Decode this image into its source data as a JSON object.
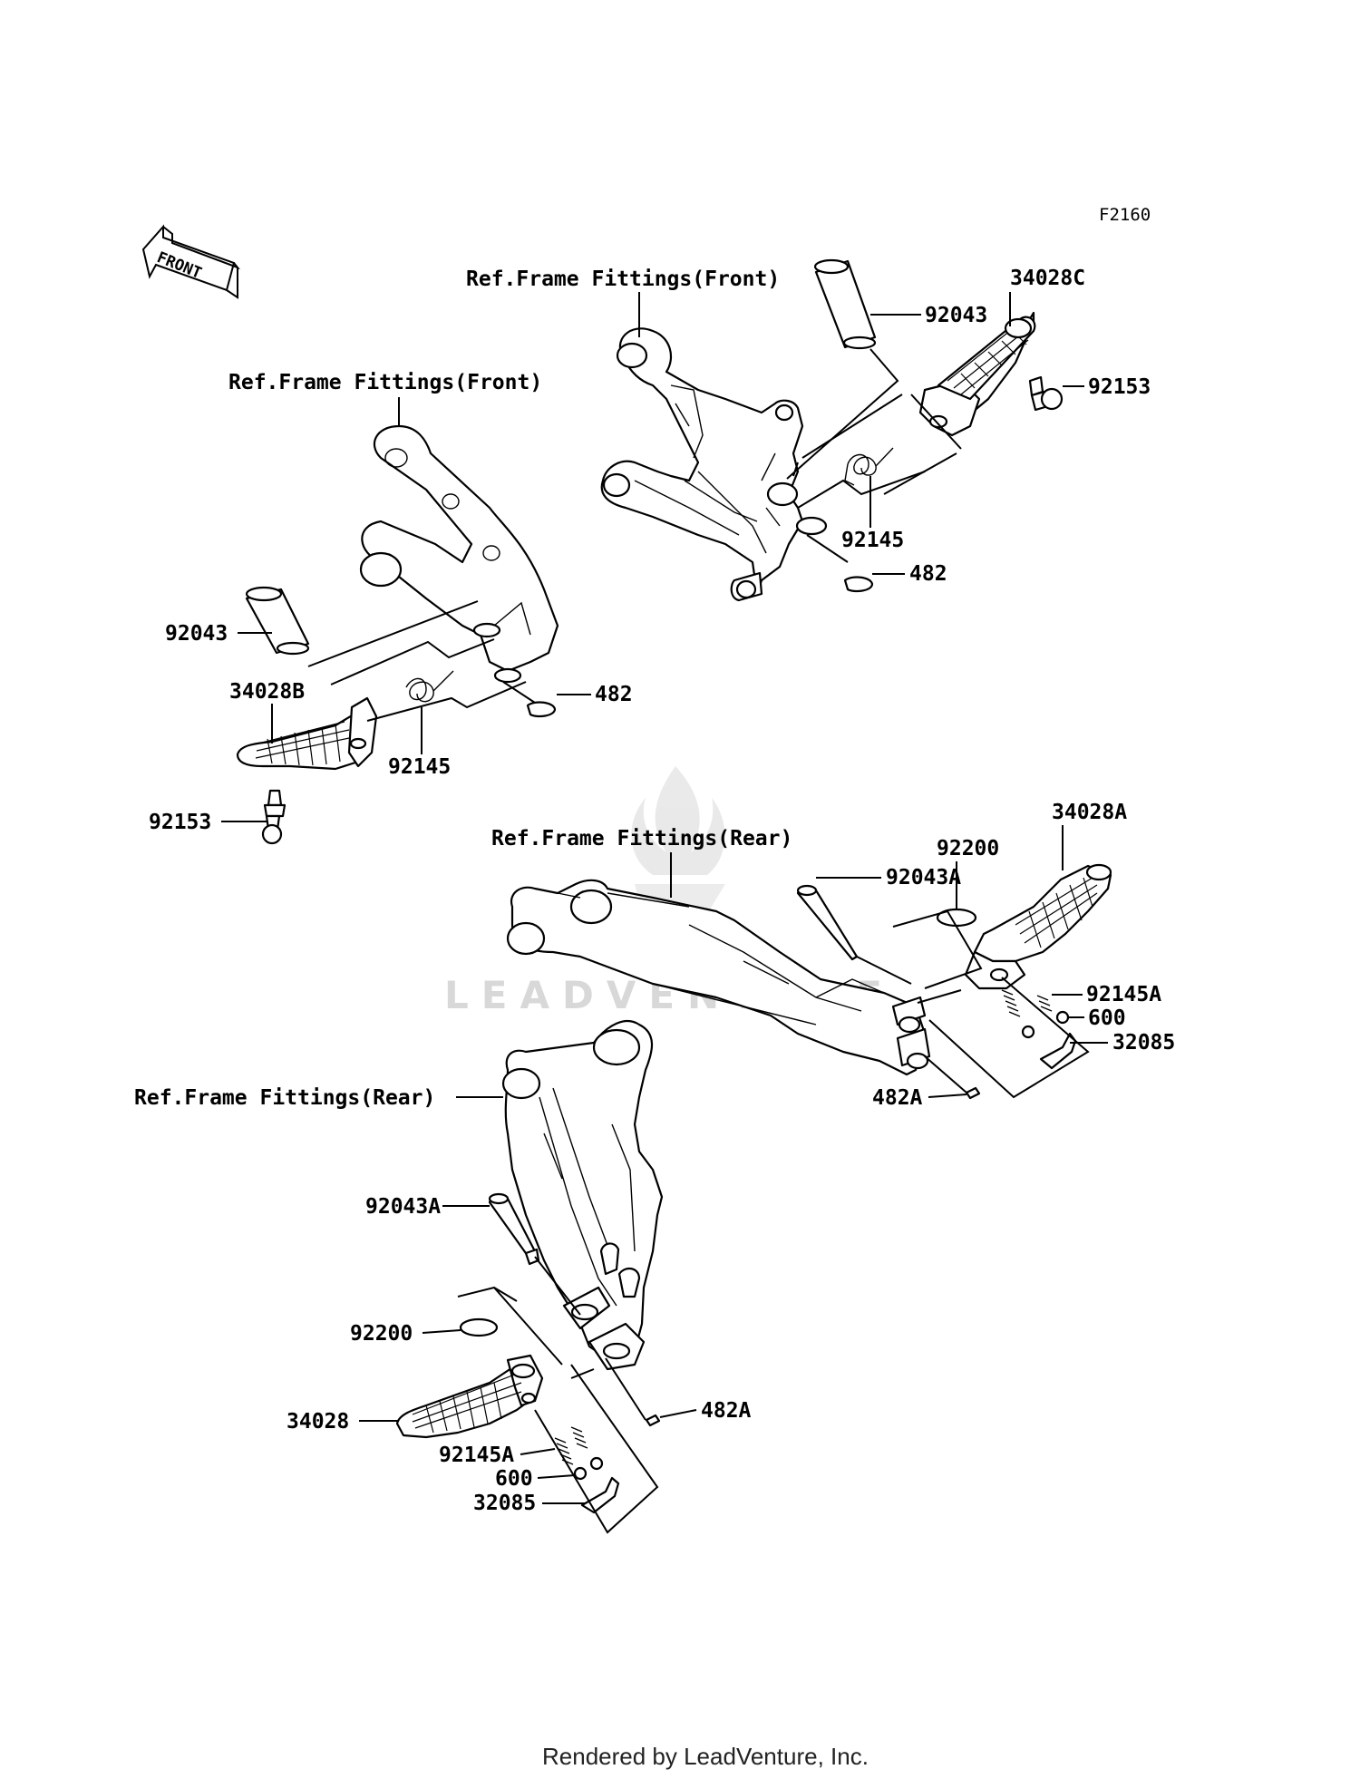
{
  "figure_code": "F2160",
  "front_arrow_label": "FRONT",
  "watermark": "LEADVENTURE",
  "footer": "Rendered by LeadVenture, Inc.",
  "labels": {
    "ref_front_left": "Ref.Frame Fittings(Front)",
    "ref_front_right": "Ref.Frame Fittings(Front)",
    "ref_rear_upper": "Ref.Frame Fittings(Rear)",
    "ref_rear_lower": "Ref.Frame Fittings(Rear)",
    "p92043_left": "92043",
    "p34028B": "34028B",
    "p92153_left": "92153",
    "p92145_left": "92145",
    "p482_left": "482",
    "p92043_right": "92043",
    "p34028C": "34028C",
    "p92153_right": "92153",
    "p92145_right": "92145",
    "p482_right": "482",
    "p34028A": "34028A",
    "p92200_upper": "92200",
    "p92043A_upper": "92043A",
    "p92145A_upper": "92145A",
    "p600_upper": "600",
    "p32085_upper": "32085",
    "p482A_upper": "482A",
    "p92043A_lower": "92043A",
    "p92200_lower": "92200",
    "p34028": "34028",
    "p92145A_lower": "92145A",
    "p600_lower": "600",
    "p32085_lower": "32085",
    "p482A_lower": "482A"
  }
}
